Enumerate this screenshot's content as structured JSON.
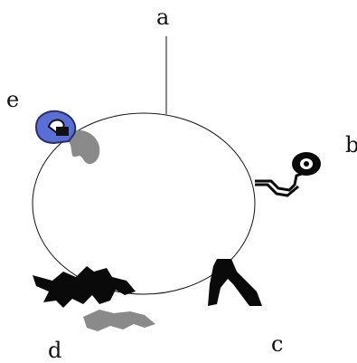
{
  "labels": {
    "a": "a",
    "b": "b",
    "c": "c",
    "d": "d",
    "e": "e"
  },
  "icons": {
    "e": "blue-bent-figure-with-gray-shadow-icon",
    "b": "black-pipe-figure-icon",
    "c": "black-inverted-v-legs-icon",
    "d": "black-splat-with-gray-shadow-icon"
  },
  "colors": {
    "line": "#111111",
    "figure_black": "#0a0a0a",
    "shadow_gray": "#8a8a8a",
    "blue": "#5a6fd6"
  }
}
